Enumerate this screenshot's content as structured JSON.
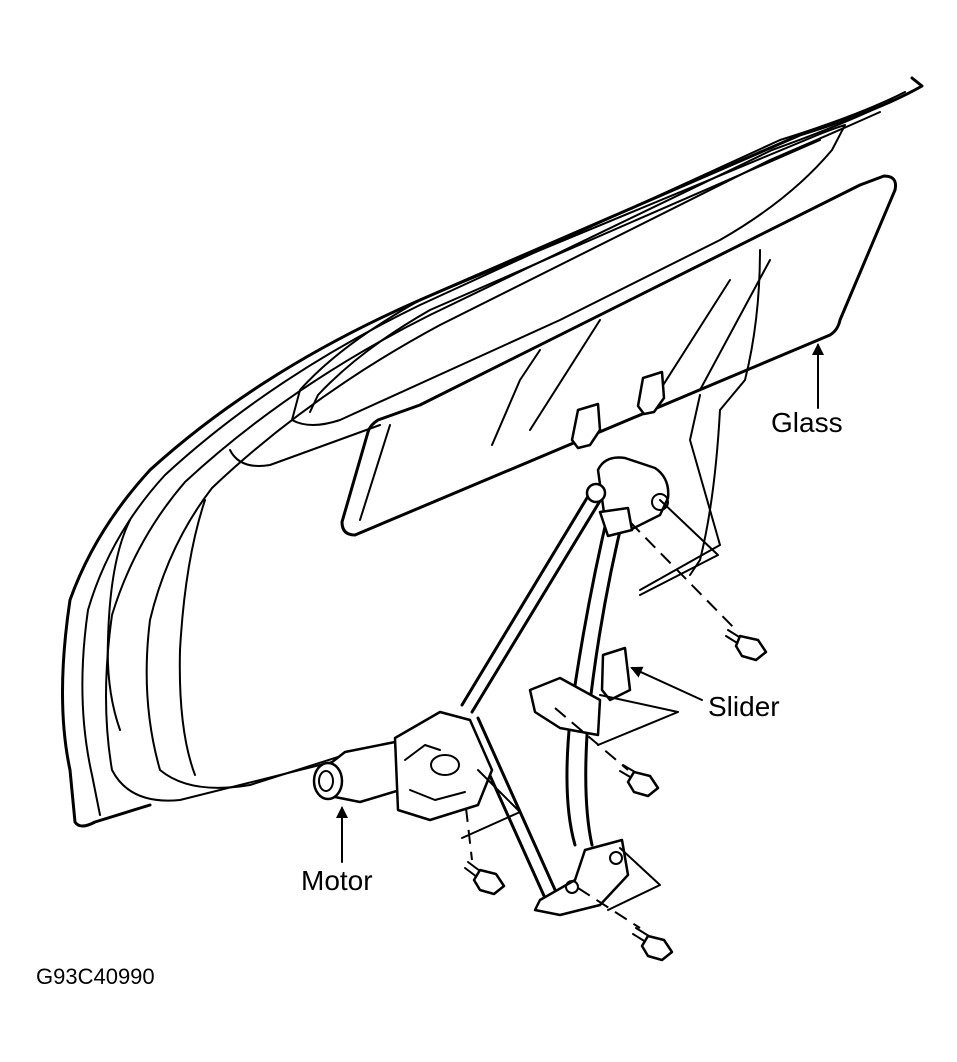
{
  "labels": {
    "glass": "Glass",
    "slider": "Slider",
    "motor": "Motor"
  },
  "figure_code": "G93C40990"
}
